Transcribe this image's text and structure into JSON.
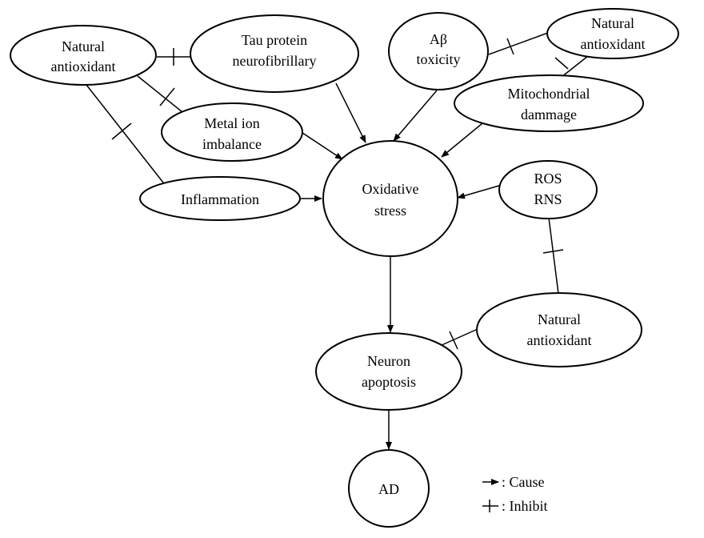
{
  "nodes": {
    "natural_antioxidant_left": [
      "Natural",
      "antioxidant"
    ],
    "tau_protein": [
      "Tau protein",
      "neurofibrillary"
    ],
    "abeta_toxicity": [
      "Aβ",
      "toxicity"
    ],
    "natural_antioxidant_top_right": [
      "Natural",
      "antioxidant"
    ],
    "mitochondrial_damage": [
      "Mitochondrial",
      "dammage"
    ],
    "metal_ion": [
      "Metal ion",
      "imbalance"
    ],
    "inflammation": [
      "Inflammation"
    ],
    "oxidative_stress": [
      "Oxidative",
      "stress"
    ],
    "ros_rns": [
      "ROS",
      "RNS"
    ],
    "natural_antioxidant_bottom_right": [
      "Natural",
      "antioxidant"
    ],
    "neuron_apoptosis": [
      "Neuron",
      "apoptosis"
    ],
    "ad": [
      "AD"
    ]
  },
  "legend": {
    "cause": ": Cause",
    "inhibit": ": Inhibit"
  }
}
